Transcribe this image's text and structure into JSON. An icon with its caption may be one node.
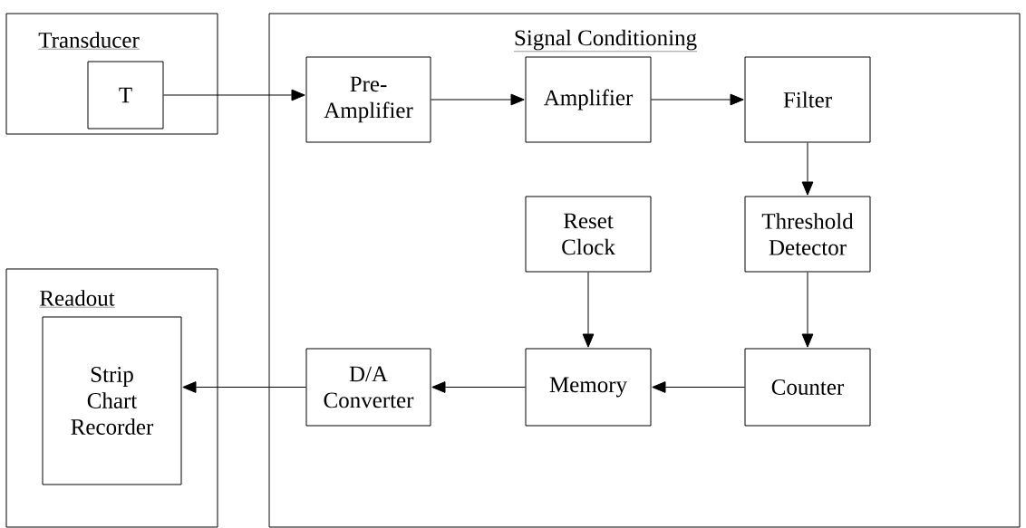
{
  "diagram": {
    "nodes": [
      {
        "text": [
          "Transducer"
        ]
      },
      {
        "text": [
          "T"
        ],
        "in": 0
      },
      {
        "text": [
          "Signal Conditioning"
        ]
      },
      {
        "text": [
          "Pre-Amplifier"
        ],
        "in": 2
      },
      {
        "text": [
          "Amplifier"
        ],
        "in": 2
      },
      {
        "text": [
          "Filter"
        ],
        "in": 2
      },
      {
        "text": [
          "Reset Clock"
        ],
        "in": 2
      },
      {
        "text": [
          "Threshold Detector"
        ],
        "in": 2
      },
      {
        "text": [
          "Readout"
        ]
      },
      {
        "text": [
          "Strip Chart Recorder"
        ],
        "in": 8
      },
      {
        "text": [
          "D/A Converter"
        ],
        "in": 2
      },
      {
        "text": [
          "Memory"
        ],
        "in": 2
      },
      {
        "text": [
          "Counter"
        ],
        "in": 2
      }
    ],
    "edges": [
      {
        "from": 1,
        "to": 3,
        "arrow": "to"
      },
      {
        "from": 3,
        "to": 4,
        "arrow": "to"
      },
      {
        "from": 4,
        "to": 5,
        "arrow": "to"
      },
      {
        "from": 5,
        "to": 7,
        "arrow": "to"
      },
      {
        "from": 7,
        "to": 12,
        "arrow": "to"
      },
      {
        "from": 6,
        "to": 11,
        "arrow": "to"
      },
      {
        "from": 12,
        "to": 11,
        "arrow": "to"
      },
      {
        "from": 11,
        "to": 10,
        "arrow": "to"
      },
      {
        "from": 10,
        "to": 9,
        "arrow": "to"
      }
    ]
  }
}
